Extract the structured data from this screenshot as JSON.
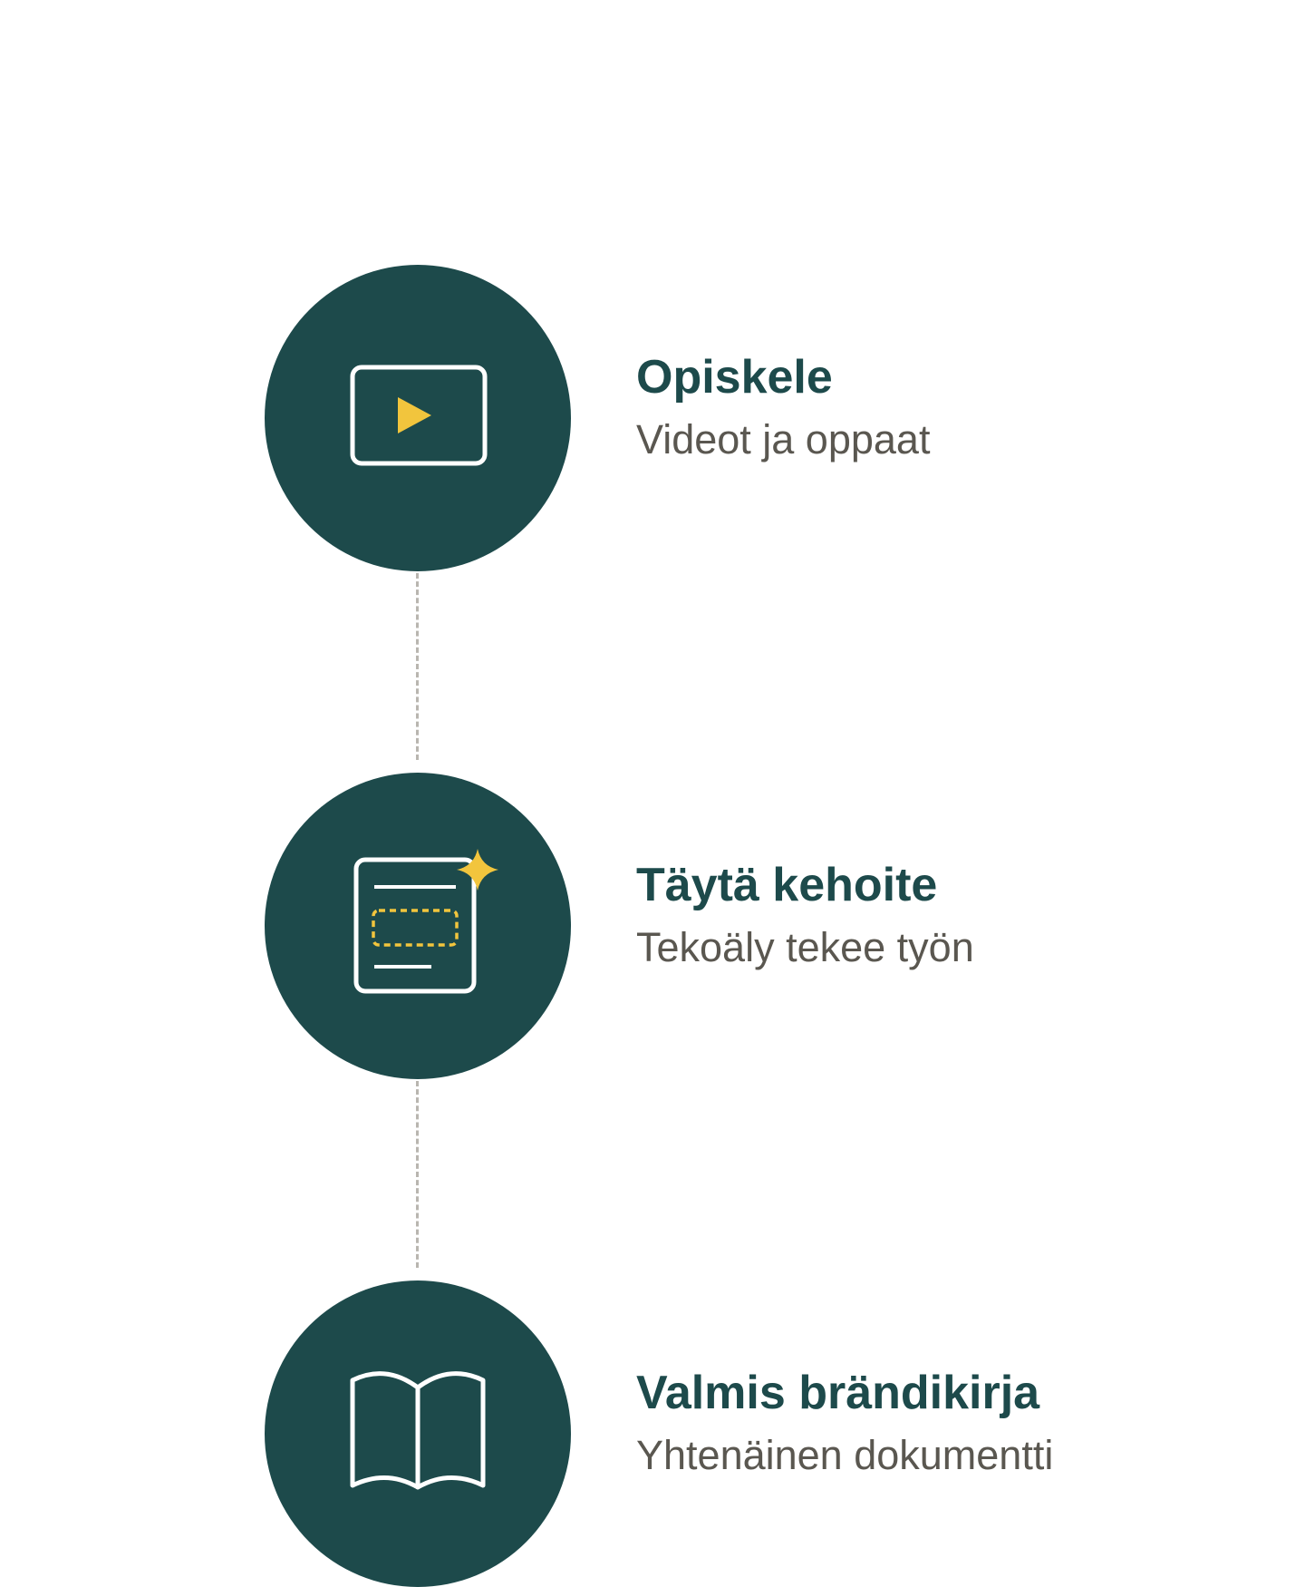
{
  "steps": [
    {
      "title": "Opiskele",
      "subtitle": "Videot ja oppaat",
      "icon": "video-play-icon"
    },
    {
      "title": "Täytä kehoite",
      "subtitle": "Tekoäly tekee työn",
      "icon": "prompt-template-sparkle-icon"
    },
    {
      "title": "Valmis brändikirja",
      "subtitle": "Yhtenäinen dokumentti",
      "icon": "open-book-icon"
    }
  ],
  "colors": {
    "circle": "#1d4a4b",
    "title": "#1d4a4b",
    "subtitle": "#5a5750",
    "accent": "#f2c53d",
    "icon_stroke": "#ffffff",
    "connector": "#b9b6b0"
  }
}
